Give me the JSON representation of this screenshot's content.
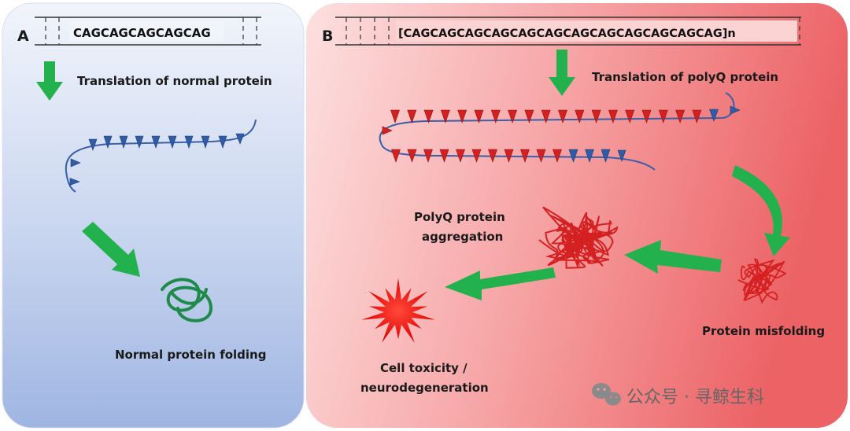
{
  "panel_a": {
    "letter": "A",
    "sequence": "CAGCAGCAGCAGCAG",
    "step_translation": "Translation of normal protein",
    "step_folding": "Normal protein folding"
  },
  "panel_b": {
    "letter": "B",
    "sequence": "[CAGCAGCAGCAGCAGCAGCAGCAGCAGCAGCAGCAG]n",
    "step_translation": "Translation of polyQ protein",
    "aggregation_line1": "PolyQ protein",
    "aggregation_line2": "aggregation",
    "misfolding": "Protein misfolding",
    "toxicity_line1": "Cell toxicity /",
    "toxicity_line2": "neurodegeneration"
  },
  "watermark": {
    "text": "公众号 · 寻鲸生科",
    "icon": "wechat-icon"
  },
  "colors": {
    "panel_a_bg_top": "#eef2fa",
    "panel_a_bg_bottom": "#a9bde6",
    "panel_b_bg_light": "#fbd6d6",
    "panel_b_bg_dark": "#ee6f72",
    "arrow_green": "#22b14c",
    "chain_blue": "#3a5fa8",
    "polyq_red": "#d42020",
    "fold_green": "#1f8a4a"
  }
}
